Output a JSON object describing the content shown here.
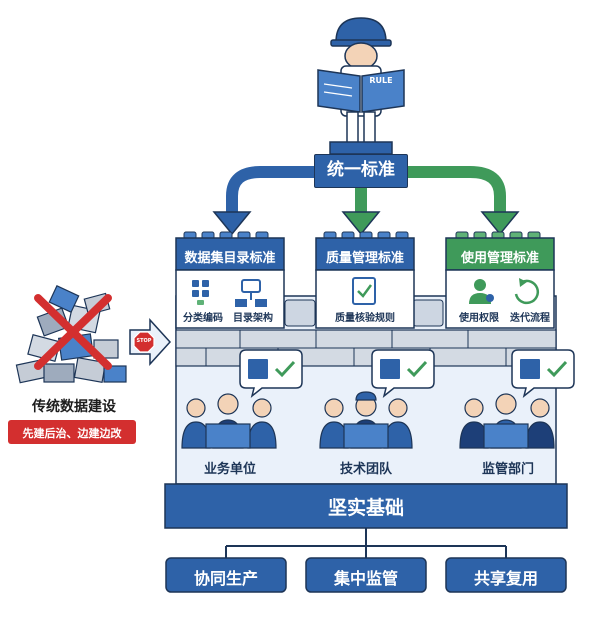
{
  "header": {
    "standard_label": "统一标准",
    "book_cover_text": "RULE"
  },
  "left_panel": {
    "title": "传统数据建设",
    "subtitle": "先建后治、边建边改",
    "stop_sign": "STOP"
  },
  "modules": [
    {
      "title": "数据集目录标准",
      "color": "#2e62a8",
      "items": [
        {
          "icon": "classification-code-icon",
          "label": "分类编码"
        },
        {
          "icon": "directory-structure-icon",
          "label": "目录架构"
        }
      ]
    },
    {
      "title": "质量管理标准",
      "color": "#2e62a8",
      "items": [
        {
          "icon": "quality-check-icon",
          "label": "质量核验规则"
        }
      ]
    },
    {
      "title": "使用管理标准",
      "color": "#3f9a5a",
      "items": [
        {
          "icon": "permission-user-icon",
          "label": "使用权限"
        },
        {
          "icon": "iteration-cycle-icon",
          "label": "迭代流程"
        }
      ]
    }
  ],
  "teams": [
    {
      "label": "业务单位"
    },
    {
      "label": "技术团队"
    },
    {
      "label": "监管部门"
    }
  ],
  "foundation": {
    "label": "坚实基础"
  },
  "outcomes": [
    {
      "label": "协同生产"
    },
    {
      "label": "集中监管"
    },
    {
      "label": "共享复用"
    }
  ],
  "colors": {
    "primary_blue": "#2e62a8",
    "dark_blue": "#1d3f78",
    "green": "#3f9a5a",
    "red": "#d32f2f",
    "light_panel": "#eaf1fa",
    "brick_gray": "#d3dae3"
  }
}
